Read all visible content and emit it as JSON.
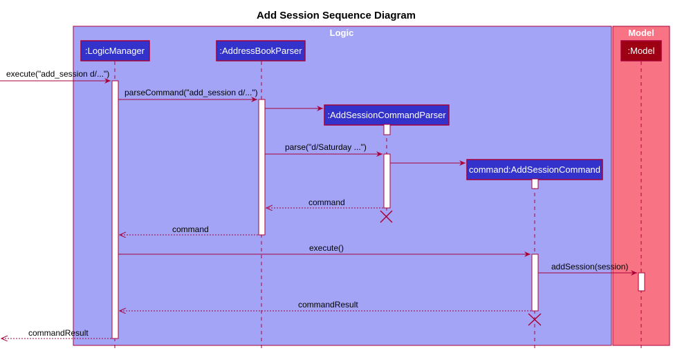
{
  "diagram": {
    "title": "Add Session Sequence Diagram",
    "colors": {
      "logic_box_fill": "#a4a4f7",
      "model_box_fill": "#f87383",
      "participant_fill": "#3333cc",
      "model_participant_fill": "#9d0012",
      "line_color": "#a80036"
    },
    "boxes": {
      "logic": "Logic",
      "model": "Model"
    },
    "participants": {
      "logic_manager": ":LogicManager",
      "address_book_parser": ":AddressBookParser",
      "add_session_command_parser": ":AddSessionCommandParser",
      "add_session_command": "command:AddSessionCommand",
      "model": ":Model"
    },
    "messages": {
      "execute_in": "execute(\"add_session d/...\")",
      "parse_command": "parseCommand(\"add_session d/...\")",
      "parse": "parse(\"d/Saturday ...\")",
      "return_command_1": "command",
      "return_command_2": "command",
      "execute": "execute()",
      "add_session": "addSession(session)",
      "return_command_result": "commandResult",
      "return_command_result_out": "commandResult"
    }
  }
}
